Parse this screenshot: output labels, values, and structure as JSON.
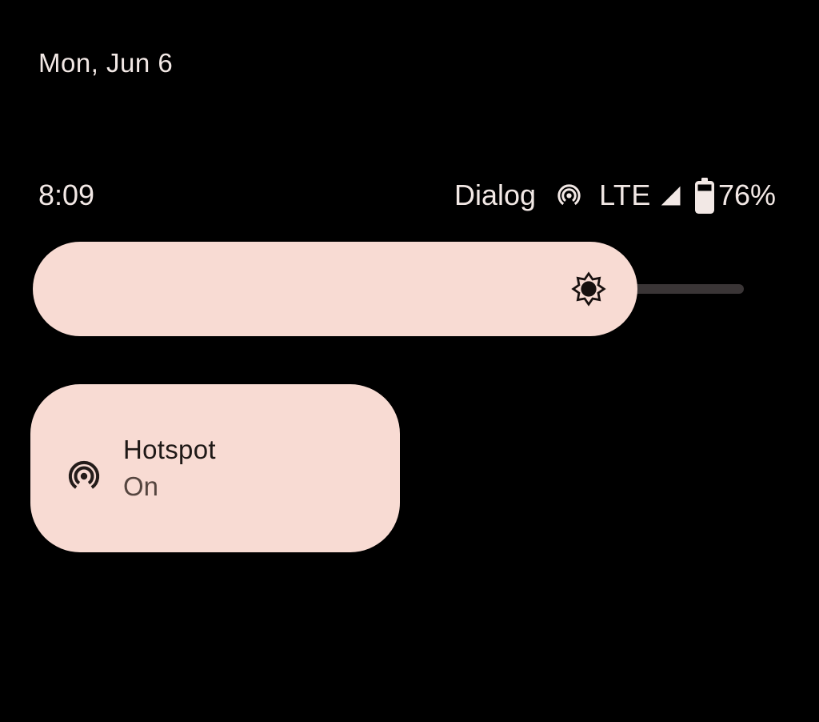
{
  "theme": {
    "background": "#000000",
    "foreground": "#f2e8e5",
    "surface_pink": "#f8dbd3",
    "slider_track": "#3a3536",
    "on_surface": "#1f1917",
    "on_surface_variant": "#55453f"
  },
  "lock_screen": {
    "date": "Mon, Jun 6"
  },
  "status_bar": {
    "time": "8:09",
    "carrier": "Dialog",
    "network_type": "LTE",
    "battery_percent": "76%",
    "icons": [
      "hotspot-icon",
      "cellular-signal-icon",
      "battery-icon"
    ]
  },
  "quick_settings": {
    "brightness_slider": {
      "icon": "brightness-icon",
      "value_percent": 85
    },
    "tiles": [
      {
        "icon": "hotspot-icon",
        "label": "Hotspot",
        "status": "On",
        "active": true
      }
    ]
  }
}
